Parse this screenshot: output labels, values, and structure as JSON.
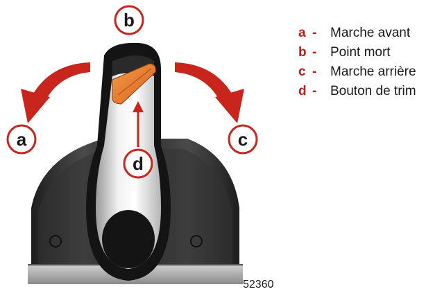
{
  "callouts": {
    "a": "a",
    "b": "b",
    "c": "c",
    "d": "d"
  },
  "legend": [
    {
      "key": "a",
      "dash": "-",
      "label": "Marche avant"
    },
    {
      "key": "b",
      "dash": "-",
      "label": "Point mort"
    },
    {
      "key": "c",
      "dash": "-",
      "label": "Marche arrière"
    },
    {
      "key": "d",
      "dash": "-",
      "label": "Bouton de trim"
    }
  ],
  "figure_number": "52360",
  "colors": {
    "callout_red": "#b81d1d",
    "arrow_red": "#c8261d",
    "trim_button": "#e8782a",
    "lever_black": "#141414"
  },
  "icons": [
    "curved-arrow-forward-icon",
    "curved-arrow-reverse-icon",
    "trim-pointer-arrow-icon"
  ]
}
